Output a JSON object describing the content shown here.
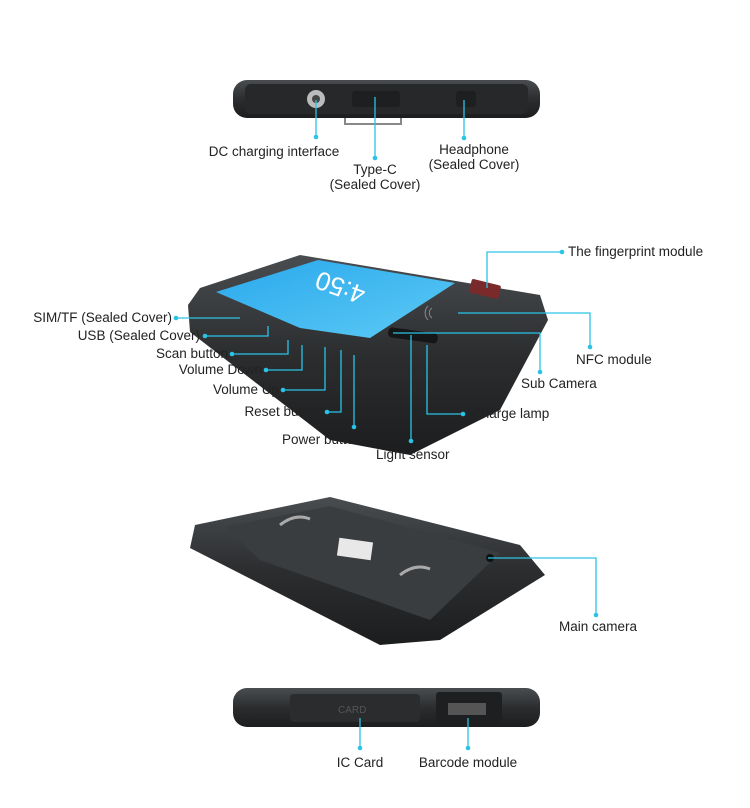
{
  "colors": {
    "leader": "#29c3e6",
    "body": "#2e3133",
    "screen": "#3ab6f0"
  },
  "screen_time": "4:50",
  "back_logo_text": "CARD",
  "top_view": {
    "labels": {
      "dc": "DC charging interface",
      "typec_1": "Type-C",
      "typec_2": "(Sealed Cover)",
      "headphone_1": "Headphone",
      "headphone_2": "(Sealed Cover)"
    }
  },
  "front_view": {
    "labels": {
      "fingerprint": "The fingerprint module",
      "sim": "SIM/TF (Sealed Cover)",
      "usb": "USB (Sealed Cover)",
      "scan": "Scan button",
      "vol_down": "Volume Down",
      "vol_up": "Volume Up",
      "reset": "Reset button",
      "power": "Power button",
      "light": "Light sensor",
      "charge": "Charge lamp",
      "sub_camera": "Sub Camera",
      "nfc": "NFC module"
    }
  },
  "back_view": {
    "labels": {
      "main_camera": "Main camera"
    }
  },
  "bottom_view": {
    "labels": {
      "ic_card": "IC Card",
      "barcode": "Barcode module"
    }
  }
}
